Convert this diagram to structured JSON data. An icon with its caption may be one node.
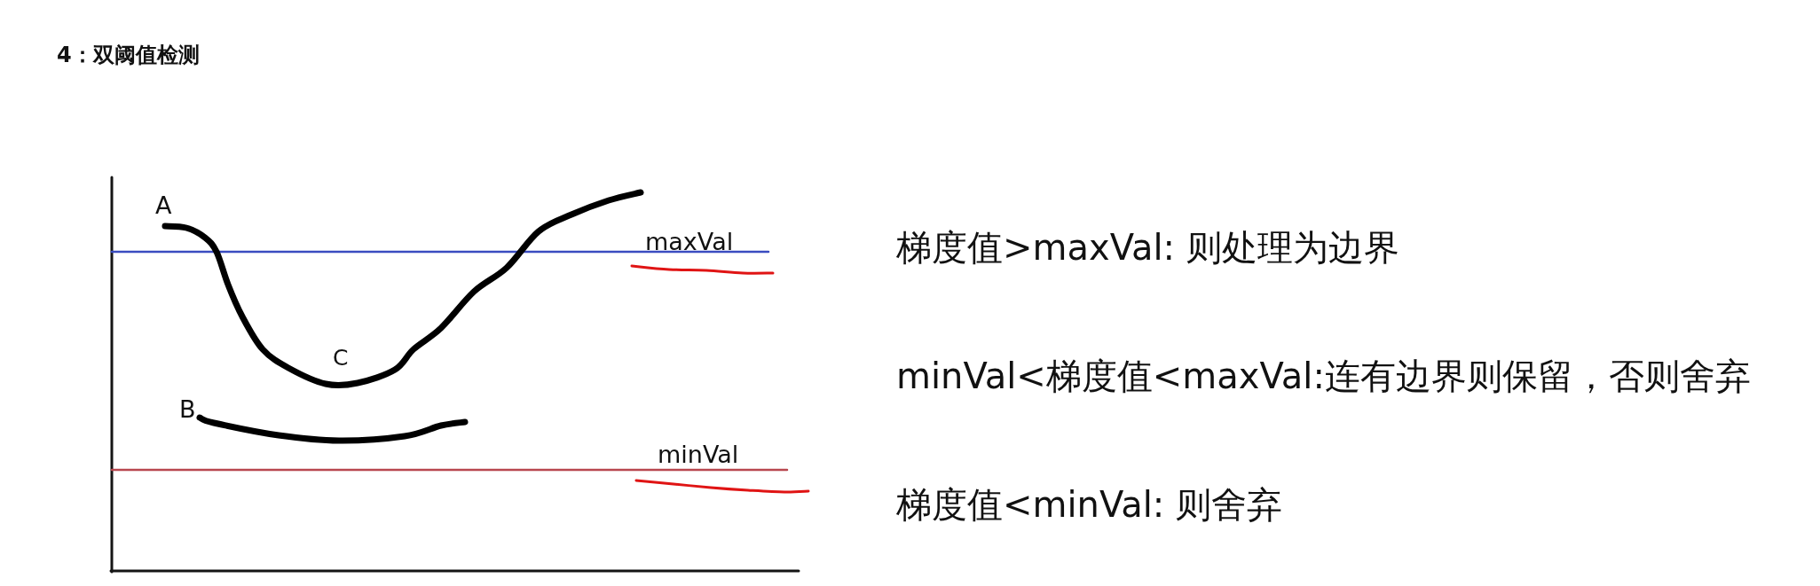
{
  "diagram": {
    "title": "4：双阈值检测",
    "labels": [
      "A",
      "maxVal",
      "C",
      "B",
      "minVal",
      "梯度值>maxVal: 则处理为边界",
      "minVal<梯度值<maxVal:连有边界则保留，否则舍弃",
      "梯度值<minVal: 则舍弃"
    ]
  }
}
